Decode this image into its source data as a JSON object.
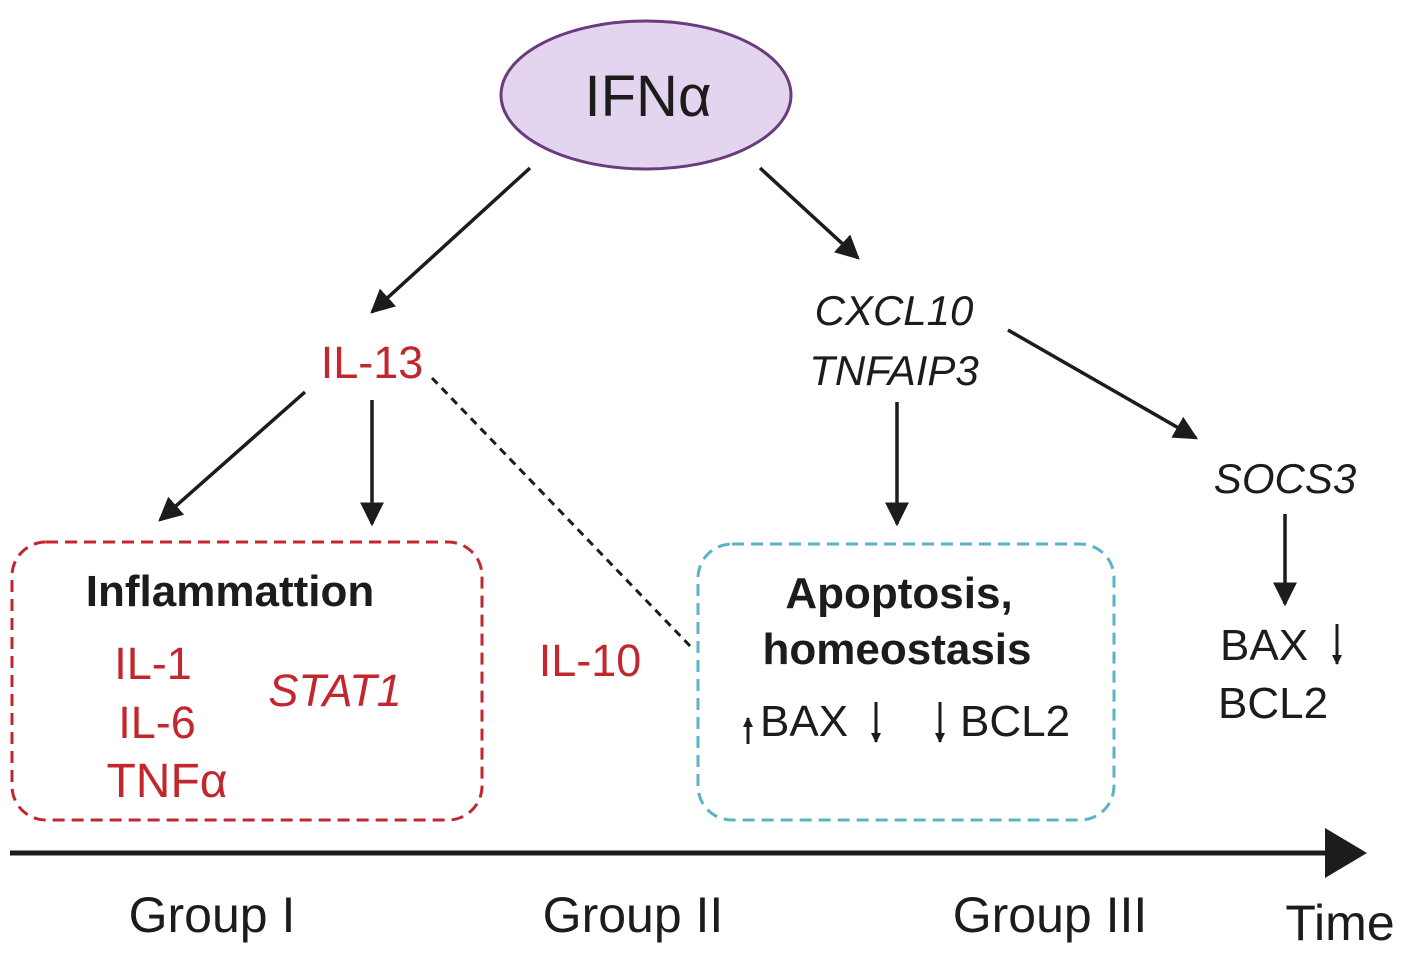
{
  "colors": {
    "ifn_fill": "#e3d4ef",
    "ifn_stroke": "#6a3b7d",
    "inflammation_red": "#c1272d",
    "apoptosis_blue": "#5bb3c8",
    "arrow_dark": "#1c1c1c"
  },
  "nodes": {
    "ifn": "IFNα",
    "il13": "IL-13",
    "cxcl10": "CXCL10",
    "tnfaip3": "TNFAIP3",
    "socs3": "SOCS3",
    "il10": "IL-10"
  },
  "inflammation_box": {
    "title": "Inflammattion",
    "il1": "IL-1",
    "il6": "IL-6",
    "tnfa": "TNFα",
    "stat1": "STAT1"
  },
  "apoptosis_box": {
    "title_line1": "Apoptosis,",
    "title_line2": "homeostasis",
    "bax": "BAX",
    "bcl2": "BCL2",
    "bax_up_icon": "arrow-up",
    "bax_down_icon": "arrow-down",
    "bcl2_down_icon": "arrow-down"
  },
  "socs3_targets": {
    "bax": "BAX",
    "bcl2": "BCL2",
    "bax_down_icon": "arrow-down"
  },
  "timeline": {
    "group1": "Group I",
    "group2": "Group II",
    "group3": "Group III",
    "time": "Time"
  }
}
